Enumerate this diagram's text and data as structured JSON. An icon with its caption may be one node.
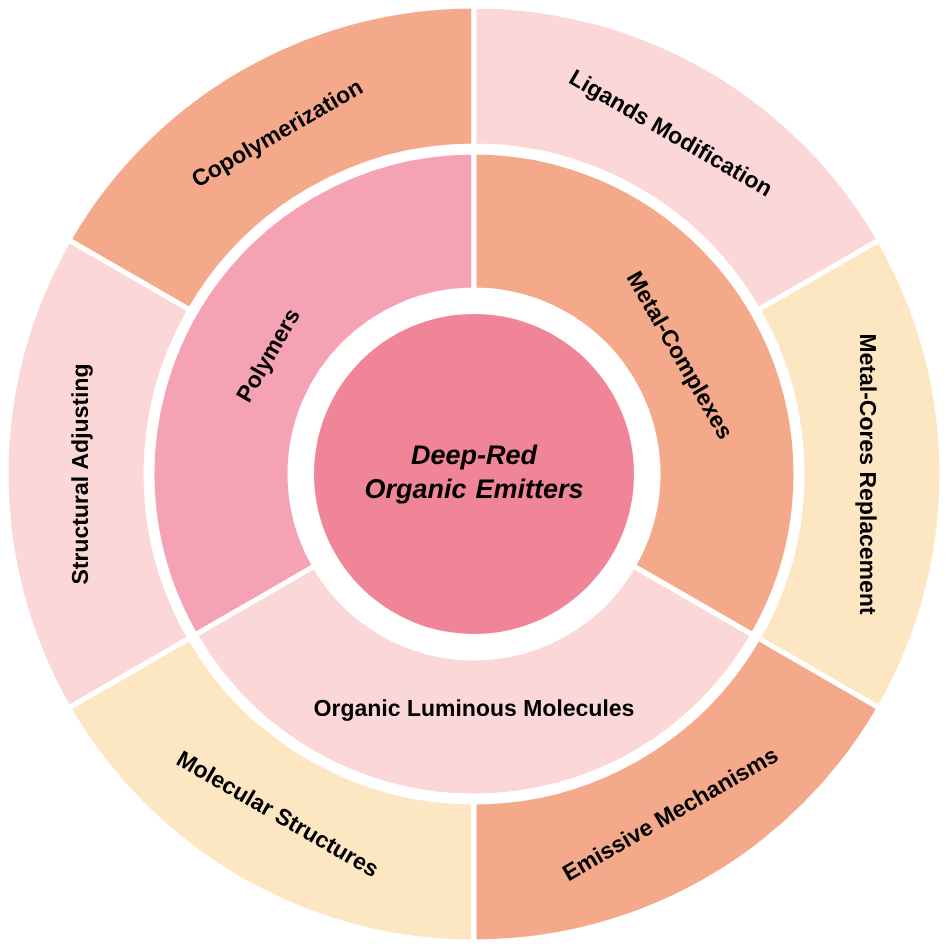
{
  "diagram": {
    "nodes": [
      {
        "text": [
          "Deep-Red Organic Emitters"
        ]
      },
      {
        "text": [
          "Polymers"
        ]
      },
      {
        "text": [
          "Metal-Complexes"
        ]
      },
      {
        "text": [
          "Organic Luminous Molecules"
        ]
      },
      {
        "text": [
          "Copolymerization"
        ]
      },
      {
        "text": [
          "Ligands Modification"
        ]
      },
      {
        "text": [
          "Structural Adjusting"
        ]
      },
      {
        "text": [
          "Metal-Cores Replacement"
        ]
      },
      {
        "text": [
          "Molecular Structures"
        ]
      },
      {
        "text": [
          "Emissive Mechanisms"
        ]
      }
    ]
  }
}
